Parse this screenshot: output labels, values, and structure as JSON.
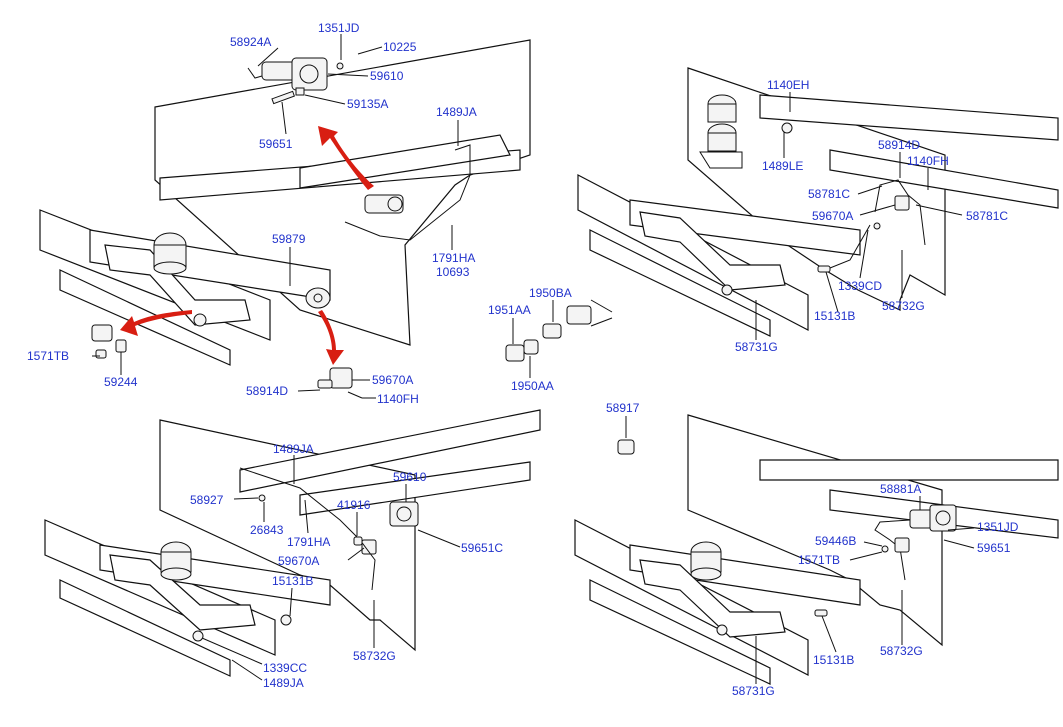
{
  "labels": {
    "top_left": {
      "p58924A": "58924A",
      "p1351JD": "1351JD",
      "p10225": "10225",
      "p59610": "59610",
      "p59135A": "59135A",
      "p59651": "59651",
      "p1489JA": "1489JA",
      "p59879": "59879",
      "p1791HA": "1791HA",
      "p10693": "10693",
      "p1571TB": "1571TB",
      "p59244": "59244",
      "p58914D": "58914D",
      "p59670A": "59670A",
      "p1140FH": "1140FH"
    },
    "center": {
      "p1950BA": "1950BA",
      "p1951AA": "1951AA",
      "p1950AA": "1950AA",
      "p58917": "58917"
    },
    "top_right": {
      "p1140EH": "1140EH",
      "p1489LE": "1489LE",
      "p58914D": "58914D",
      "p1140FH": "1140FH",
      "p58781C_a": "58781C",
      "p59670A": "59670A",
      "p58781C_b": "58781C",
      "p1339CD": "1339CD",
      "p15131B": "15131B",
      "p58732G": "58732G",
      "p58731G": "58731G"
    },
    "bottom_left": {
      "p1489JA_a": "1489JA",
      "p59610": "59610",
      "p58927": "58927",
      "p41916": "41916",
      "p26843": "26843",
      "p1791HA": "1791HA",
      "p59651C": "59651C",
      "p59670A": "59670A",
      "p15131B": "15131B",
      "p58732G": "58732G",
      "p1339CC": "1339CC",
      "p1489JA_b": "1489JA"
    },
    "bottom_right": {
      "p58881A": "58881A",
      "p1351JD": "1351JD",
      "p59446B": "59446B",
      "p59651": "59651",
      "p1571TB": "1571TB",
      "p15131B": "15131B",
      "p58732G": "58732G",
      "p58731G": "58731G"
    }
  },
  "colors": {
    "label": "#2233cc",
    "arrow": "#d81e12",
    "line": "#111111",
    "background": "#ffffff"
  }
}
